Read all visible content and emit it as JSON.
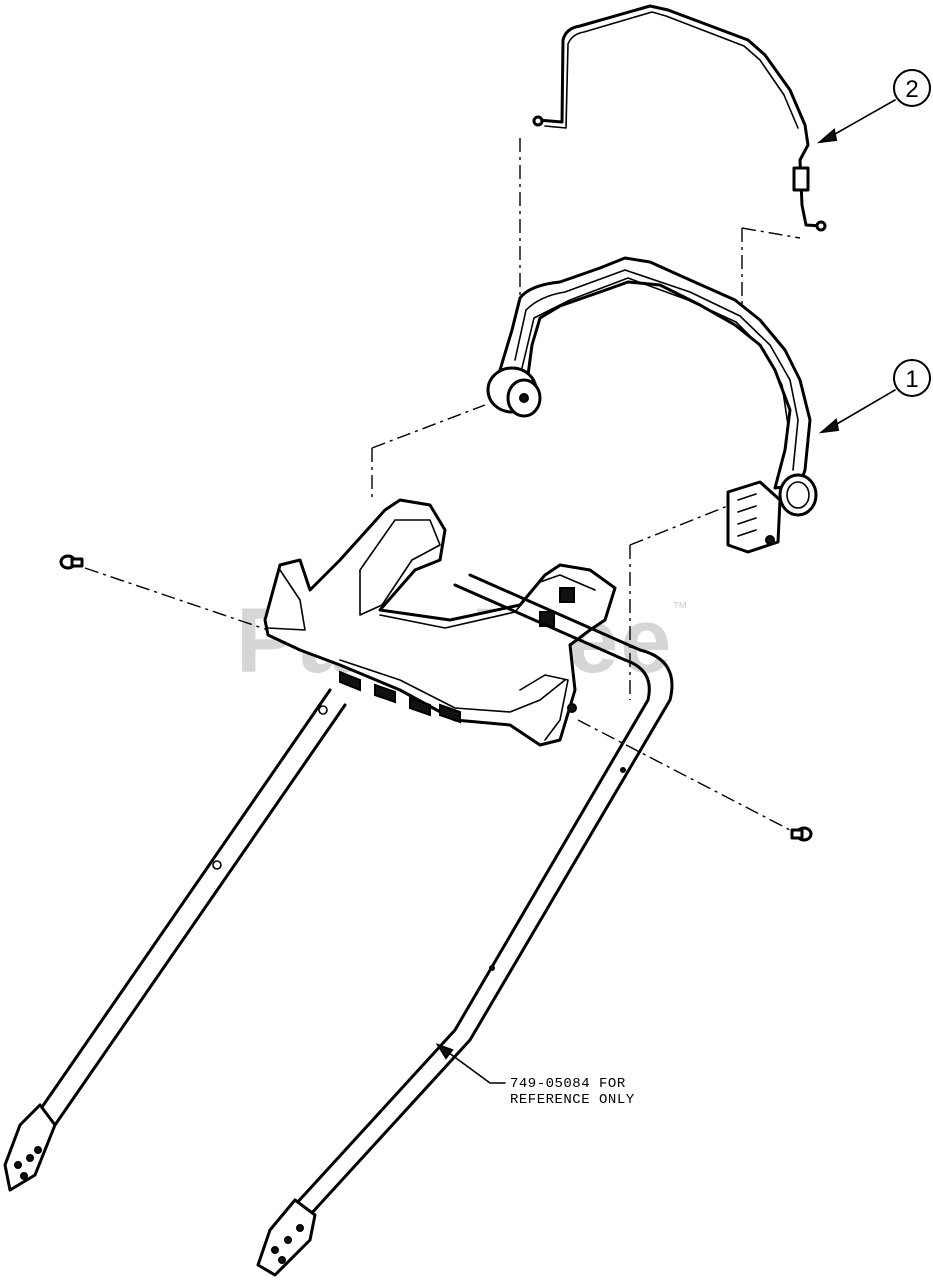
{
  "callouts": [
    {
      "id": "1",
      "label": "1"
    },
    {
      "id": "2",
      "label": "2"
    }
  ],
  "reference_note": {
    "line1": "749-05084 FOR",
    "line2": "REFERENCE ONLY"
  },
  "watermark": {
    "text": "PartsTree",
    "tm": "™"
  }
}
